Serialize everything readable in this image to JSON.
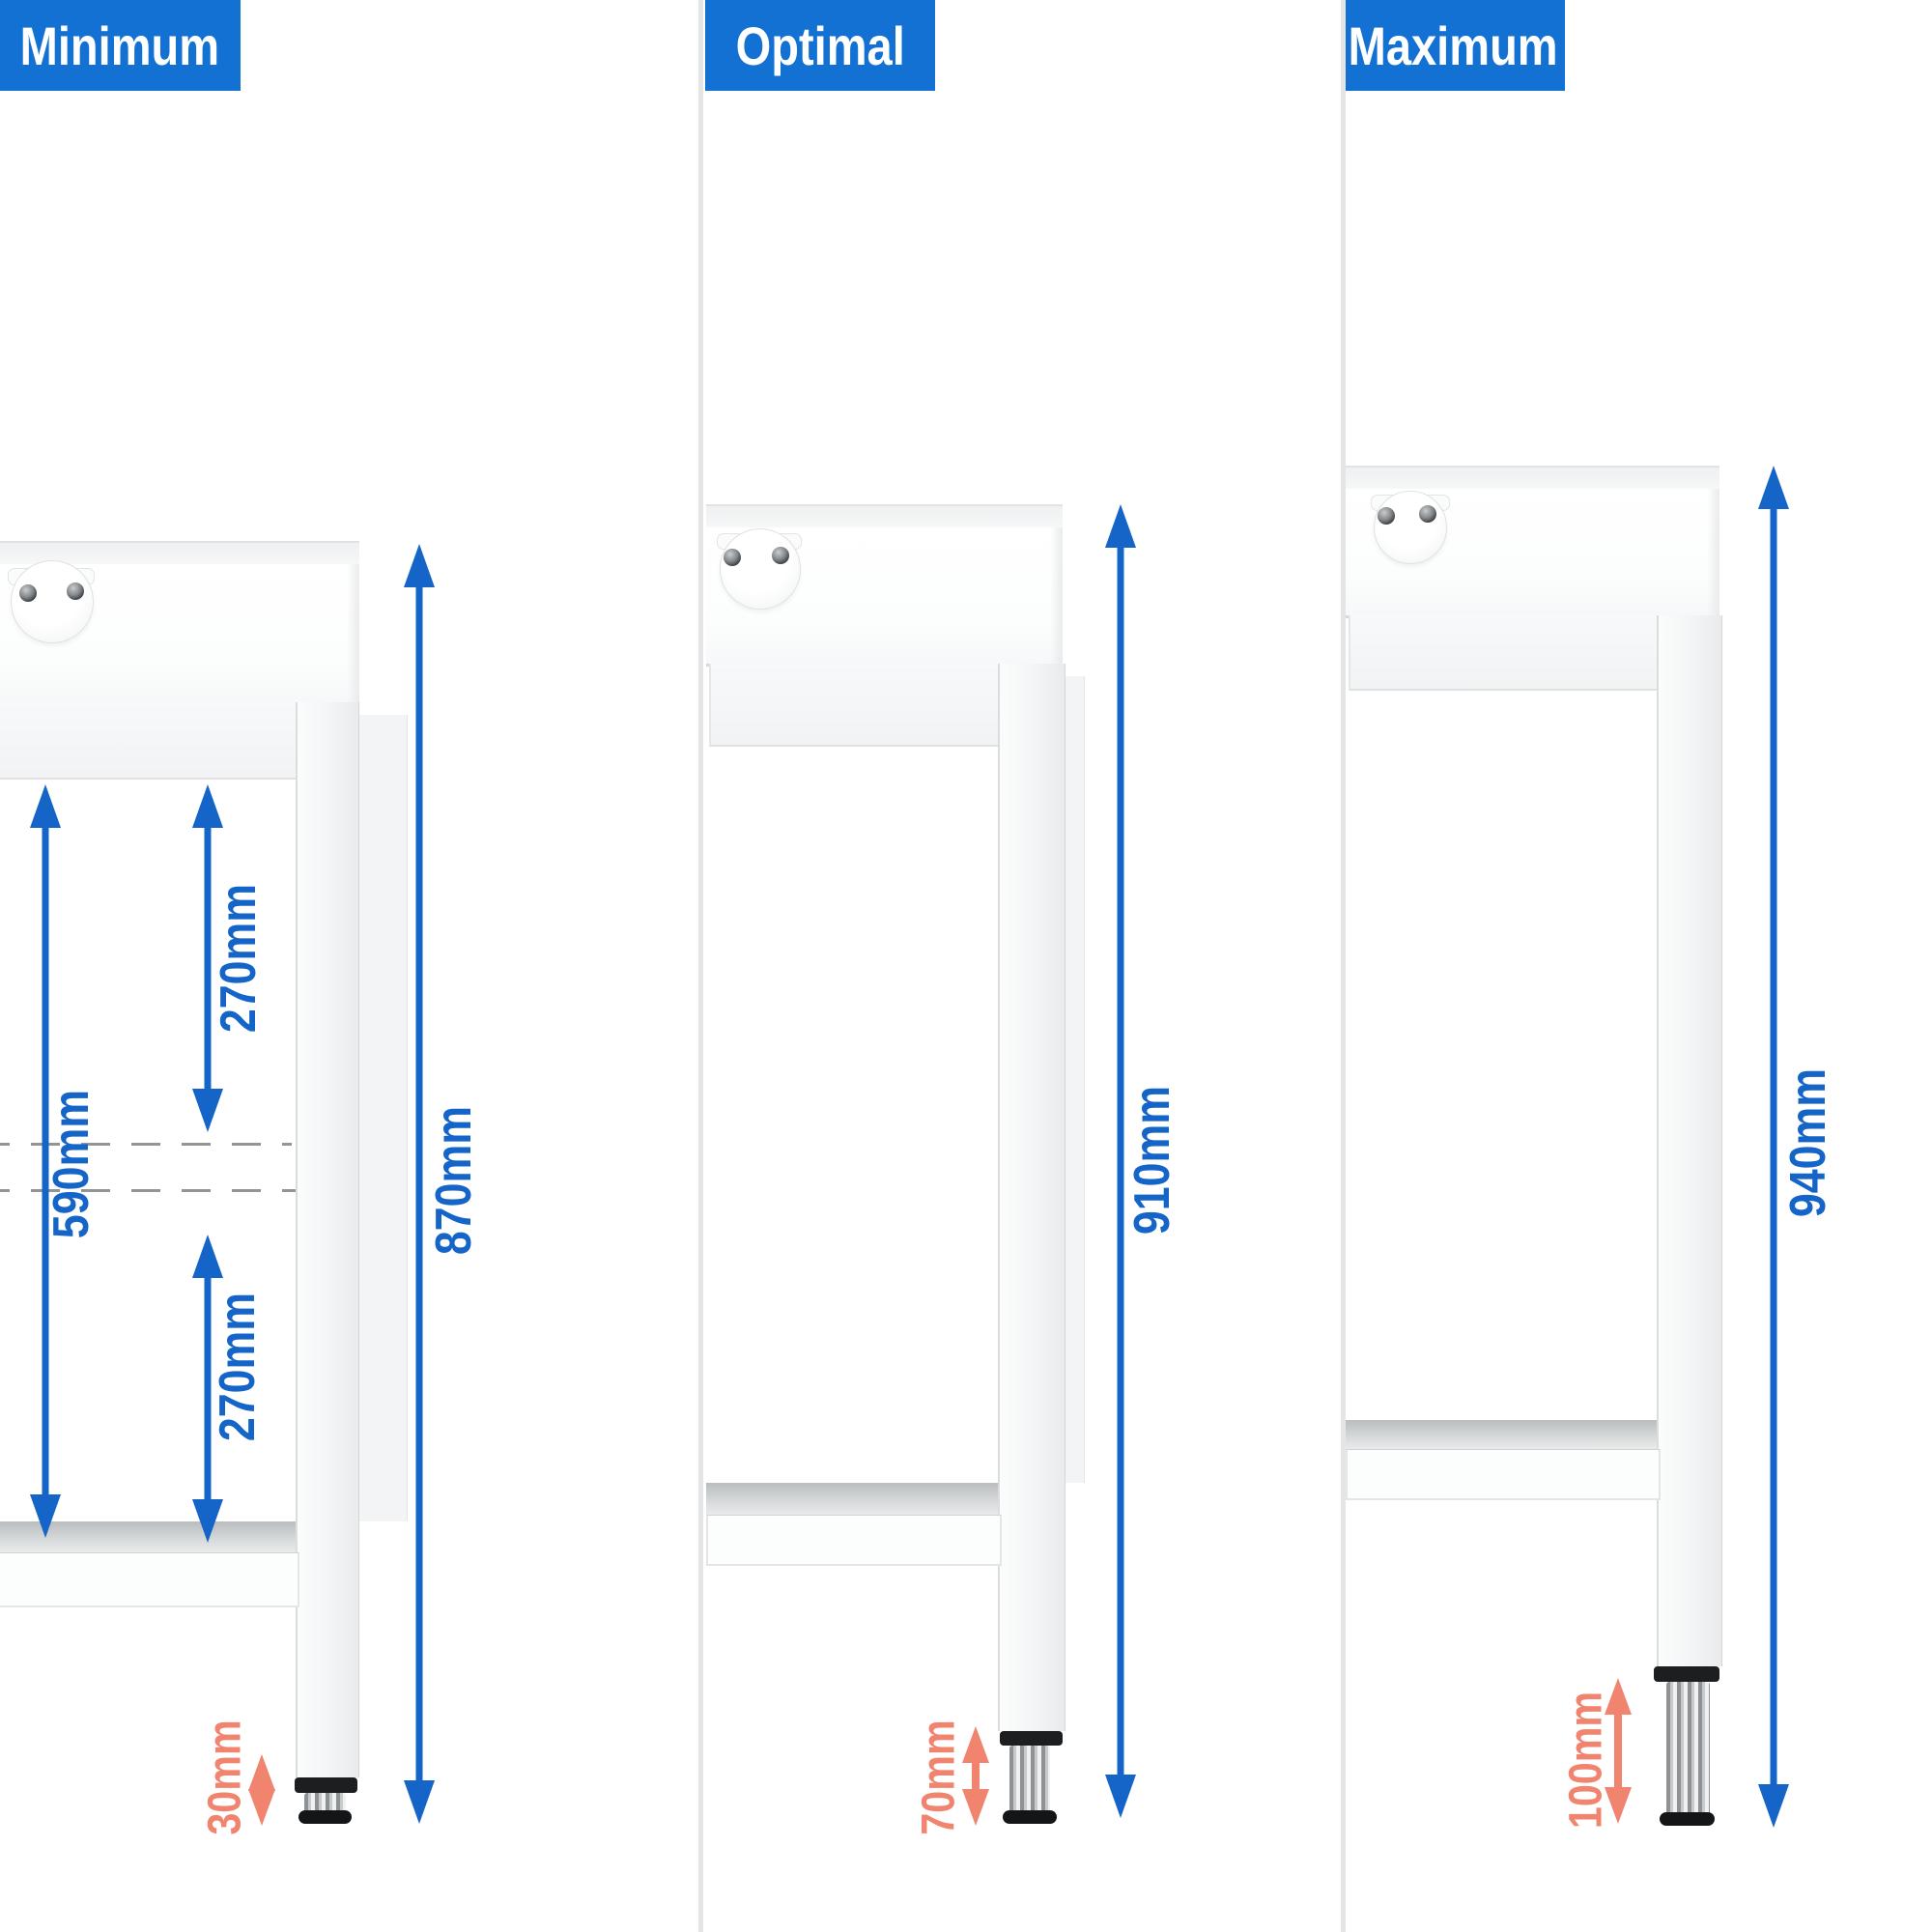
{
  "panels": [
    {
      "label": "Minimum",
      "overall_height": "870mm",
      "foot_adjustment": "30mm",
      "clearances": {
        "total": "590mm",
        "upper": "270mm",
        "lower": "270mm"
      }
    },
    {
      "label": "Optimal",
      "overall_height": "910mm",
      "foot_adjustment": "70mm"
    },
    {
      "label": "Maximum",
      "overall_height": "940mm",
      "foot_adjustment": "100mm"
    }
  ],
  "colors": {
    "badge_blue": "#1371d3",
    "dimension_blue": "#1565c9",
    "adjustment_salmon": "#f0846f",
    "shelf_gray": "#c5c9ca",
    "divider_gray": "#e4e5e6"
  }
}
